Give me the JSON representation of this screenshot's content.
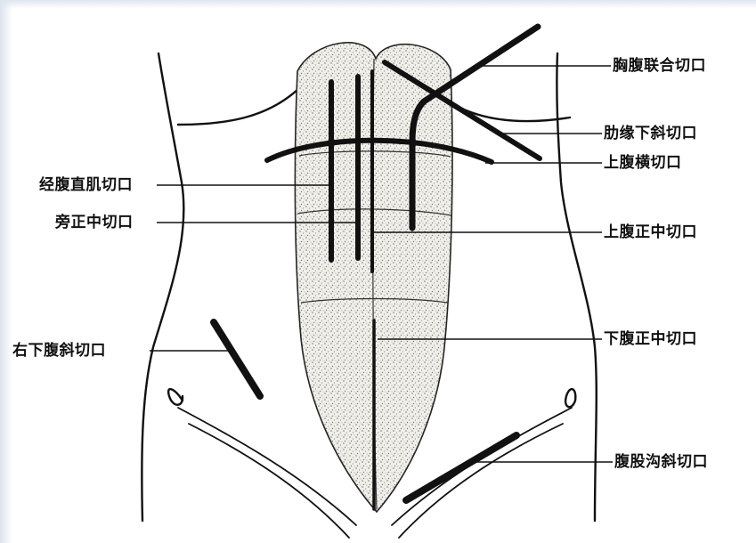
{
  "labels": {
    "thoracoabdominal": "胸腹联合切口",
    "subcostal_oblique": "肋缘下斜切口",
    "upper_transverse": "上腹横切口",
    "upper_midline": "上腹正中切口",
    "lower_midline": "下腹正中切口",
    "inguinal_oblique": "腹股沟斜切口",
    "transrectus": "经腹直肌切口",
    "paramedian": "旁正中切口",
    "right_lower_oblique": "右下腹斜切口"
  },
  "colors": {
    "line": "#111111",
    "muscle_fill": "#f1efe9",
    "stipple": "#6a6a6a"
  }
}
